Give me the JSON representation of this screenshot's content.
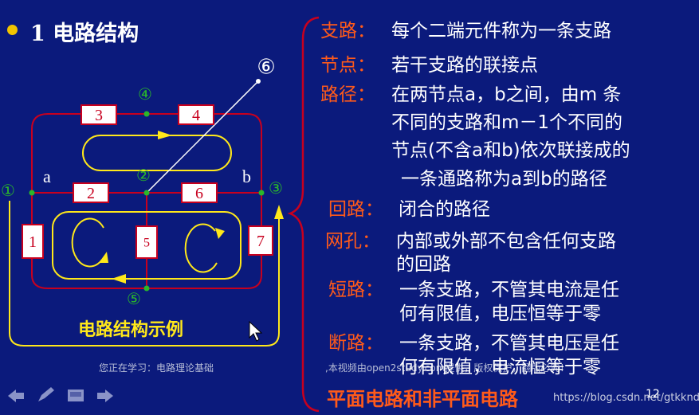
{
  "slide": {
    "title": "1 电路结构",
    "caption": "电路结构示例",
    "page_number": "12"
  },
  "diagram": {
    "branches": [
      "3",
      "4",
      "2",
      "6",
      "1",
      "5",
      "7"
    ],
    "nodes": [
      "①",
      "②",
      "③",
      "④",
      "⑤",
      "⑥"
    ],
    "terminals": [
      "a",
      "b"
    ]
  },
  "definitions": {
    "branch": {
      "term": "支路",
      "colon": "：",
      "text": [
        "每个二端元件称为一条支路"
      ]
    },
    "node": {
      "term": "节点",
      "colon": "：",
      "text": [
        "若干支路的联接点"
      ]
    },
    "path": {
      "term": "路径",
      "colon": "：",
      "text": [
        "在两节点a，b之间，由m 条",
        "不同的支路和m－1个不同的",
        "节点(不含a和b)依次联接成的",
        "一条通路称为a到b的路径"
      ]
    },
    "loop": {
      "term": "回路",
      "colon": "：",
      "text": [
        "闭合的路径"
      ]
    },
    "mesh": {
      "term": "网孔",
      "colon": "：",
      "text": [
        "内部或外部不包含任何支路",
        "的回路"
      ]
    },
    "short": {
      "term": "短路",
      "colon": "：",
      "text": [
        "一条支路，不管其电流是任",
        "何有限值，电压恒等于零"
      ]
    },
    "open": {
      "term": "断路",
      "colon": "：",
      "text": [
        "一条支路，不管其电压是任",
        "何有限值，电流恒等于零"
      ]
    }
  },
  "footer": {
    "text": "平面电路和非平面电路"
  },
  "watermarks": {
    "learning": "您正在学习：电路理论基础",
    "copyright": ",本视频由open2study.com提供，版权保护，翻版必究！",
    "blog": "https://blog.csdn.net/gtkknd"
  },
  "nav_icons": [
    "back-arrow-icon",
    "pen-icon",
    "screen-icon",
    "forward-arrow-icon"
  ]
}
